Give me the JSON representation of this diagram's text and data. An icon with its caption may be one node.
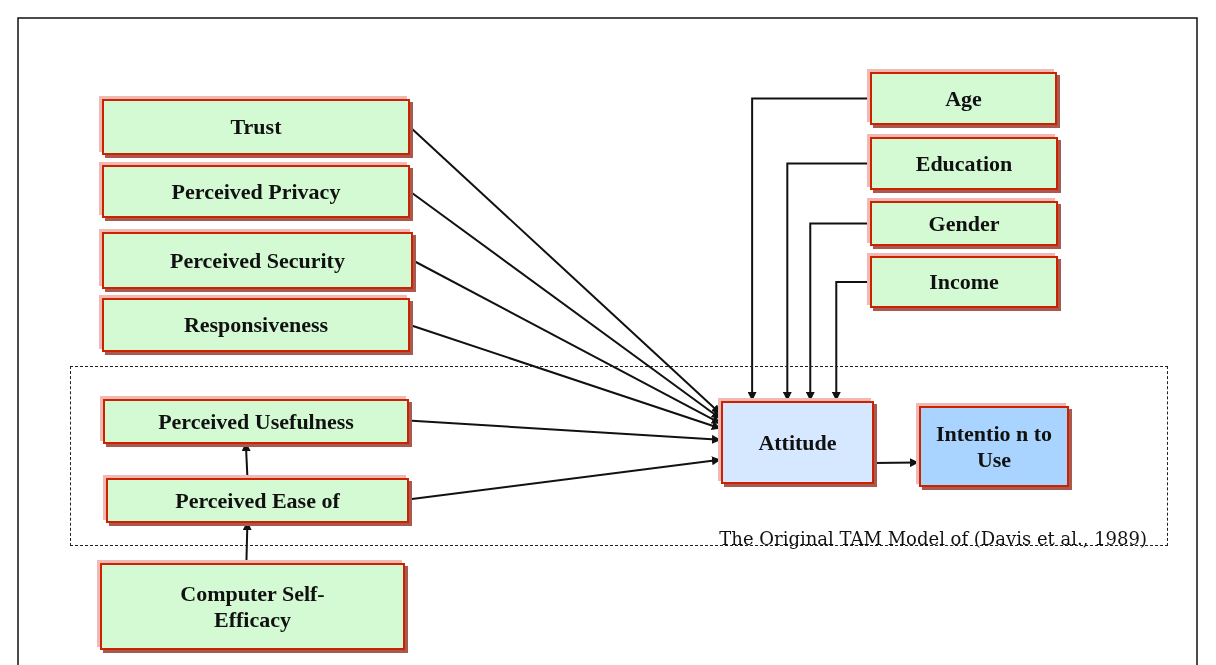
{
  "diagram": {
    "nodes": [
      {
        "text": [
          "Trust"
        ]
      },
      {
        "text": [
          "Perceived Privacy"
        ]
      },
      {
        "text": [
          "Perceived Security"
        ]
      },
      {
        "text": [
          "Responsiveness"
        ]
      },
      {
        "text": [
          "Age"
        ]
      },
      {
        "text": [
          "Education"
        ]
      },
      {
        "text": [
          "Gender"
        ]
      },
      {
        "text": [
          "Income"
        ]
      },
      {
        "text": [
          "The Original TAM Model of (Davis et al., 1989)"
        ]
      },
      {
        "text": [
          "Perceived Usefulness"
        ],
        "in": 8
      },
      {
        "text": [
          "Perceived Ease of"
        ],
        "in": 8
      },
      {
        "text": [
          "Attitude"
        ],
        "in": 8
      },
      {
        "text": [
          "Intentio n to Use"
        ],
        "in": 8
      },
      {
        "text": [
          "Computer Self-Efficacy"
        ]
      }
    ],
    "edges": [
      {
        "from": 0,
        "to": 11,
        "arrow": "to"
      },
      {
        "from": 1,
        "to": 11,
        "arrow": "to"
      },
      {
        "from": 2,
        "to": 11,
        "arrow": "to"
      },
      {
        "from": 3,
        "to": 11,
        "arrow": "to"
      },
      {
        "from": 4,
        "to": 11,
        "arrow": "to"
      },
      {
        "from": 5,
        "to": 11,
        "arrow": "to"
      },
      {
        "from": 6,
        "to": 11,
        "arrow": "to"
      },
      {
        "from": 7,
        "to": 11,
        "arrow": "to"
      },
      {
        "from": 9,
        "to": 11,
        "arrow": "to"
      },
      {
        "from": 10,
        "to": 11,
        "arrow": "to"
      },
      {
        "from": 10,
        "to": 9,
        "arrow": "to"
      },
      {
        "from": 13,
        "to": 10,
        "arrow": "to"
      },
      {
        "from": 11,
        "to": 12,
        "arrow": "to"
      }
    ]
  }
}
